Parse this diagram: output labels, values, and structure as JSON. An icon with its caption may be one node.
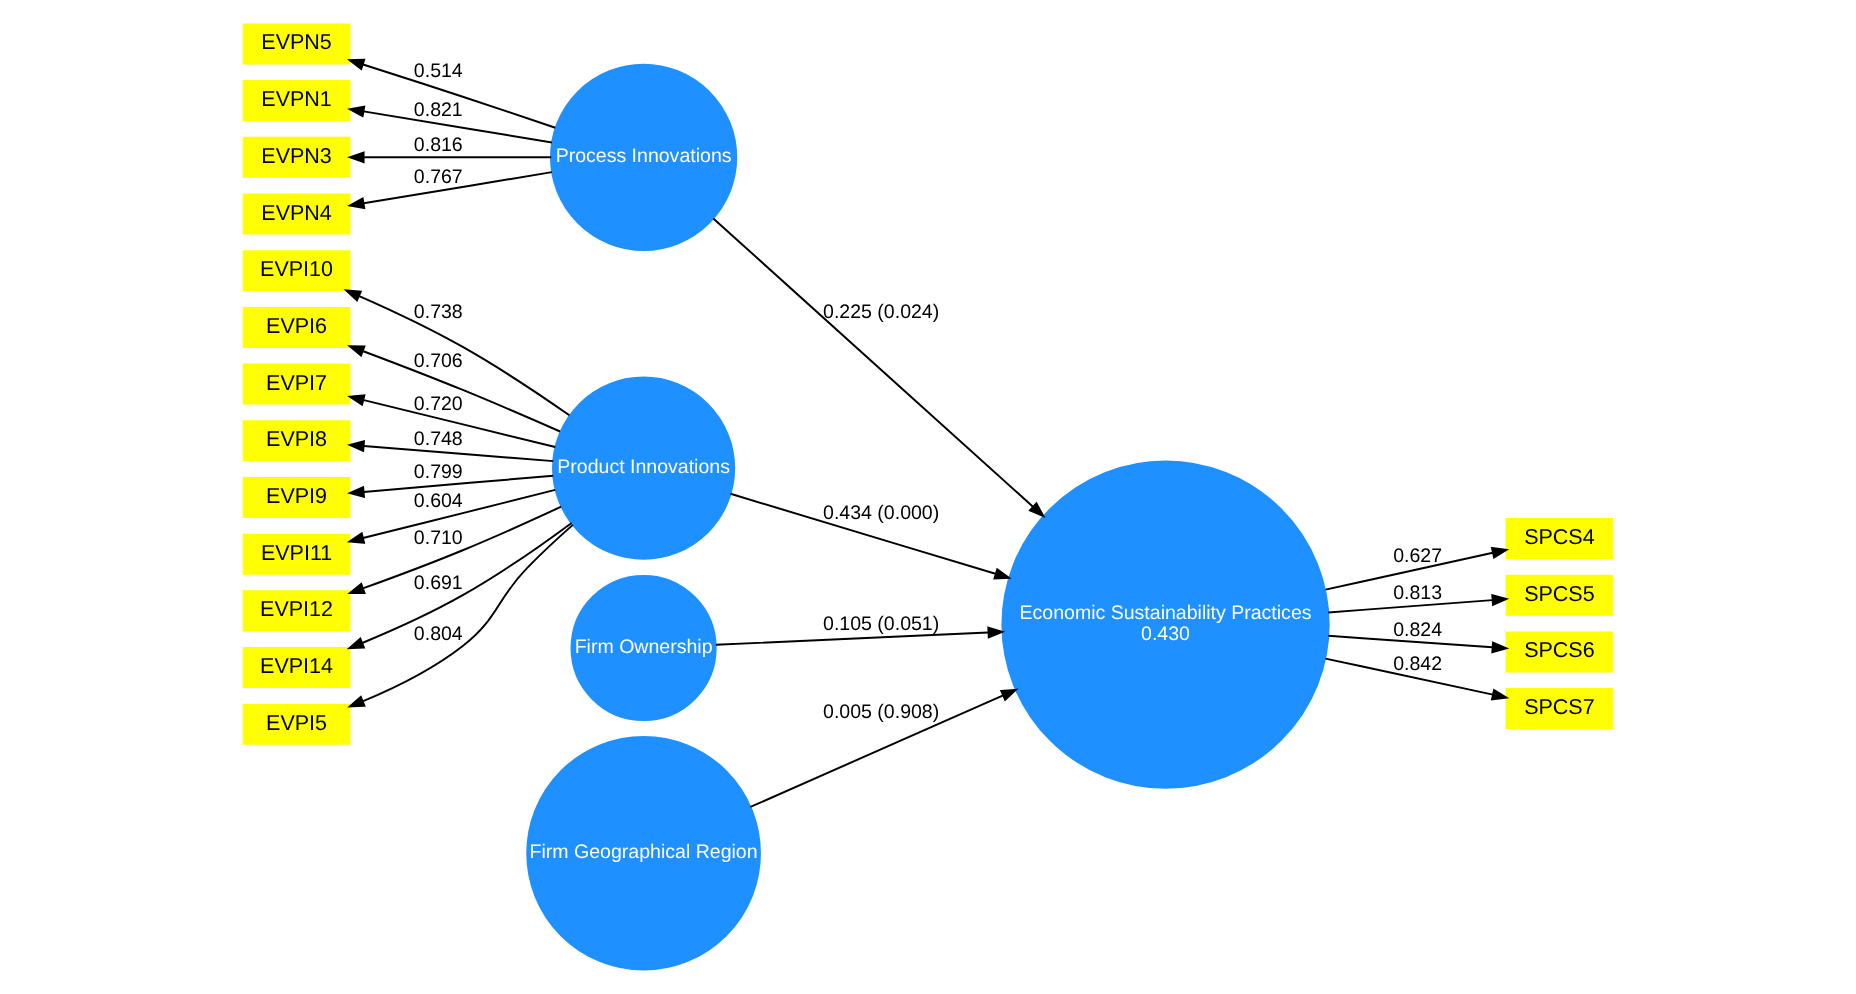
{
  "diagram": {
    "nodes": [
      {
        "text": [
          "EVPI10"
        ]
      },
      {
        "text": [
          "EVPI11"
        ]
      },
      {
        "text": [
          "EVPI12"
        ]
      },
      {
        "text": [
          "EVPI14"
        ]
      },
      {
        "text": [
          "EVPI5"
        ]
      },
      {
        "text": [
          "EVPI6"
        ]
      },
      {
        "text": [
          "EVPI7"
        ]
      },
      {
        "text": [
          "EVPI8"
        ]
      },
      {
        "text": [
          "EVPI9"
        ]
      },
      {
        "text": [
          "EVPN1"
        ]
      },
      {
        "text": [
          "EVPN3"
        ]
      },
      {
        "text": [
          "EVPN4"
        ]
      },
      {
        "text": [
          "EVPN5"
        ]
      },
      {
        "text": [
          "Product Innovations"
        ]
      },
      {
        "text": [
          "Process Innovations"
        ]
      },
      {
        "text": [
          "Firm Ownership"
        ]
      },
      {
        "text": [
          "Firm Geographical Region"
        ]
      },
      {
        "text": [
          "Economic Sustainability Practices",
          "0.430"
        ]
      },
      {
        "text": [
          "SPCS4"
        ]
      },
      {
        "text": [
          "SPCS5"
        ]
      },
      {
        "text": [
          "SPCS6"
        ]
      },
      {
        "text": [
          "SPCS7"
        ]
      }
    ],
    "edges": [
      {
        "from": 13,
        "to": 0,
        "arrow": "to",
        "label": "0.738"
      },
      {
        "from": 13,
        "to": 1,
        "arrow": "to",
        "label": "0.604"
      },
      {
        "from": 13,
        "to": 2,
        "arrow": "to",
        "label": "0.710"
      },
      {
        "from": 13,
        "to": 3,
        "arrow": "to",
        "label": "0.691"
      },
      {
        "from": 13,
        "to": 4,
        "arrow": "to",
        "label": "0.804"
      },
      {
        "from": 13,
        "to": 5,
        "arrow": "to",
        "label": "0.706"
      },
      {
        "from": 13,
        "to": 6,
        "arrow": "to",
        "label": "0.720"
      },
      {
        "from": 13,
        "to": 7,
        "arrow": "to",
        "label": "0.748"
      },
      {
        "from": 13,
        "to": 8,
        "arrow": "to",
        "label": "0.799"
      },
      {
        "from": 14,
        "to": 9,
        "arrow": "to",
        "label": "0.821"
      },
      {
        "from": 14,
        "to": 10,
        "arrow": "to",
        "label": "0.816"
      },
      {
        "from": 14,
        "to": 11,
        "arrow": "to",
        "label": "0.767"
      },
      {
        "from": 14,
        "to": 12,
        "arrow": "to",
        "label": "0.514"
      },
      {
        "from": 15,
        "to": 17,
        "arrow": "to",
        "label": "0.105 (0.051)"
      },
      {
        "from": 16,
        "to": 17,
        "arrow": "to",
        "label": "0.005 (0.908)"
      },
      {
        "from": 13,
        "to": 17,
        "arrow": "to",
        "label": "0.434 (0.000)"
      },
      {
        "from": 14,
        "to": 17,
        "arrow": "to",
        "label": "0.225 (0.024)"
      },
      {
        "from": 17,
        "to": 18,
        "arrow": "to",
        "label": "0.627"
      },
      {
        "from": 17,
        "to": 19,
        "arrow": "to",
        "label": "0.813"
      },
      {
        "from": 17,
        "to": 20,
        "arrow": "to",
        "label": "0.824"
      },
      {
        "from": 17,
        "to": 21,
        "arrow": "to",
        "label": "0.842"
      }
    ]
  }
}
